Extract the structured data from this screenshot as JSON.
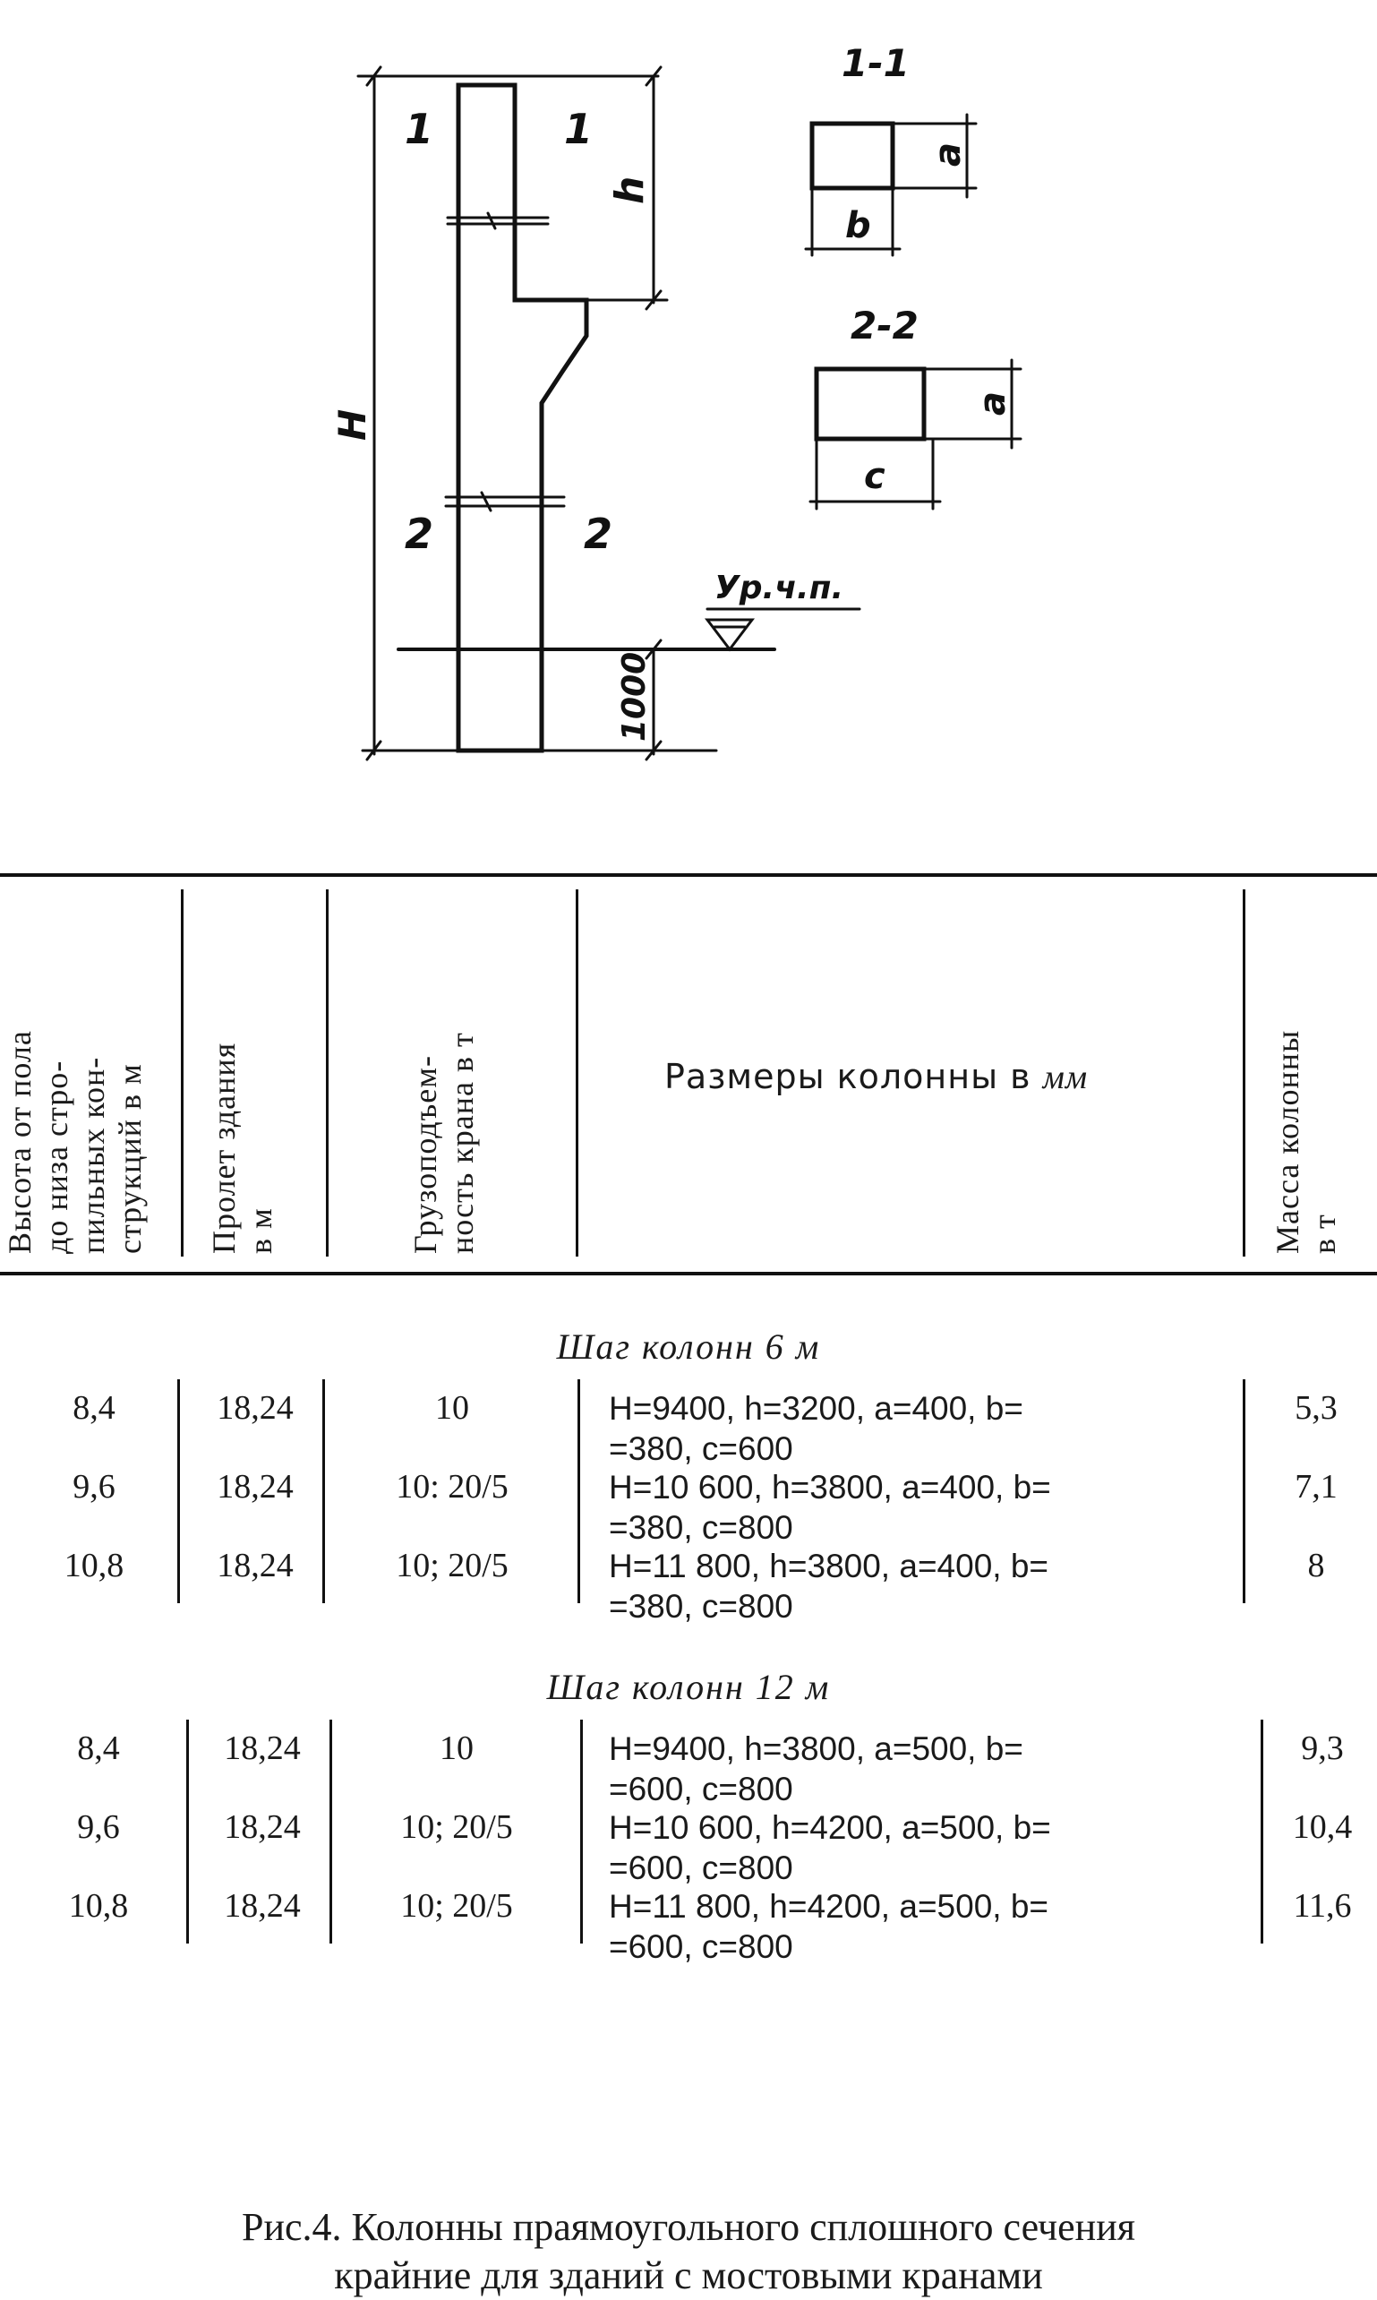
{
  "drawing": {
    "labels": {
      "section_1": "1-1",
      "section_2": "2-2",
      "mark_1_left": "1",
      "mark_1_right": "1",
      "mark_2_left": "2",
      "mark_2_right": "2",
      "dim_H": "H",
      "dim_h": "h",
      "dim_a1": "a",
      "dim_b": "b",
      "dim_a2": "a",
      "dim_c": "c",
      "floor_level": "Ур.ч.п.",
      "depth": "1000"
    }
  },
  "table": {
    "headers": {
      "col1": [
        "Высота от пола",
        "до низа стро-",
        "пильных кон-",
        "струкций в м"
      ],
      "col2": [
        "Пролет здания",
        "в м"
      ],
      "col3": [
        "Грузоподъем-",
        "ность крана в т"
      ],
      "col4": "Размеры колонны в ",
      "col4_unit": "мм",
      "col5": [
        "Масса колонны",
        "в т"
      ]
    },
    "groups": [
      {
        "title": "Шаг колонн 6 м",
        "rows": [
          {
            "height": "8,4",
            "span": "18,24",
            "load": "10",
            "dims_line1": "H=9400, h=3200, a=400, b=",
            "dims_line2": "=380, c=600",
            "mass": "5,3"
          },
          {
            "height": "9,6",
            "span": "18,24",
            "load": "10: 20/5",
            "dims_line1": "H=10 600, h=3800, a=400, b=",
            "dims_line2": "=380, c=800",
            "mass": "7,1"
          },
          {
            "height": "10,8",
            "span": "18,24",
            "load": "10; 20/5",
            "dims_line1": "H=11 800, h=3800, a=400, b=",
            "dims_line2": "=380, c=800",
            "mass": "8"
          }
        ]
      },
      {
        "title": "Шаг колонн 12 м",
        "rows": [
          {
            "height": "8,4",
            "span": "18,24",
            "load": "10",
            "dims_line1": "H=9400, h=3800, a=500, b=",
            "dims_line2": "=600, c=800",
            "mass": "9,3"
          },
          {
            "height": "9,6",
            "span": "18,24",
            "load": "10; 20/5",
            "dims_line1": "H=10 600, h=4200, a=500, b=",
            "dims_line2": "=600, c=800",
            "mass": "10,4"
          },
          {
            "height": "10,8",
            "span": "18,24",
            "load": "10; 20/5",
            "dims_line1": "H=11 800, h=4200, a=500, b=",
            "dims_line2": "=600, c=800",
            "mass": "11,6"
          }
        ]
      }
    ]
  },
  "caption": {
    "line1": "Рис.4.  Колонны праямоугольного сплошного сечения",
    "line2": "крайние  для зданий с мостовыми кранами"
  }
}
